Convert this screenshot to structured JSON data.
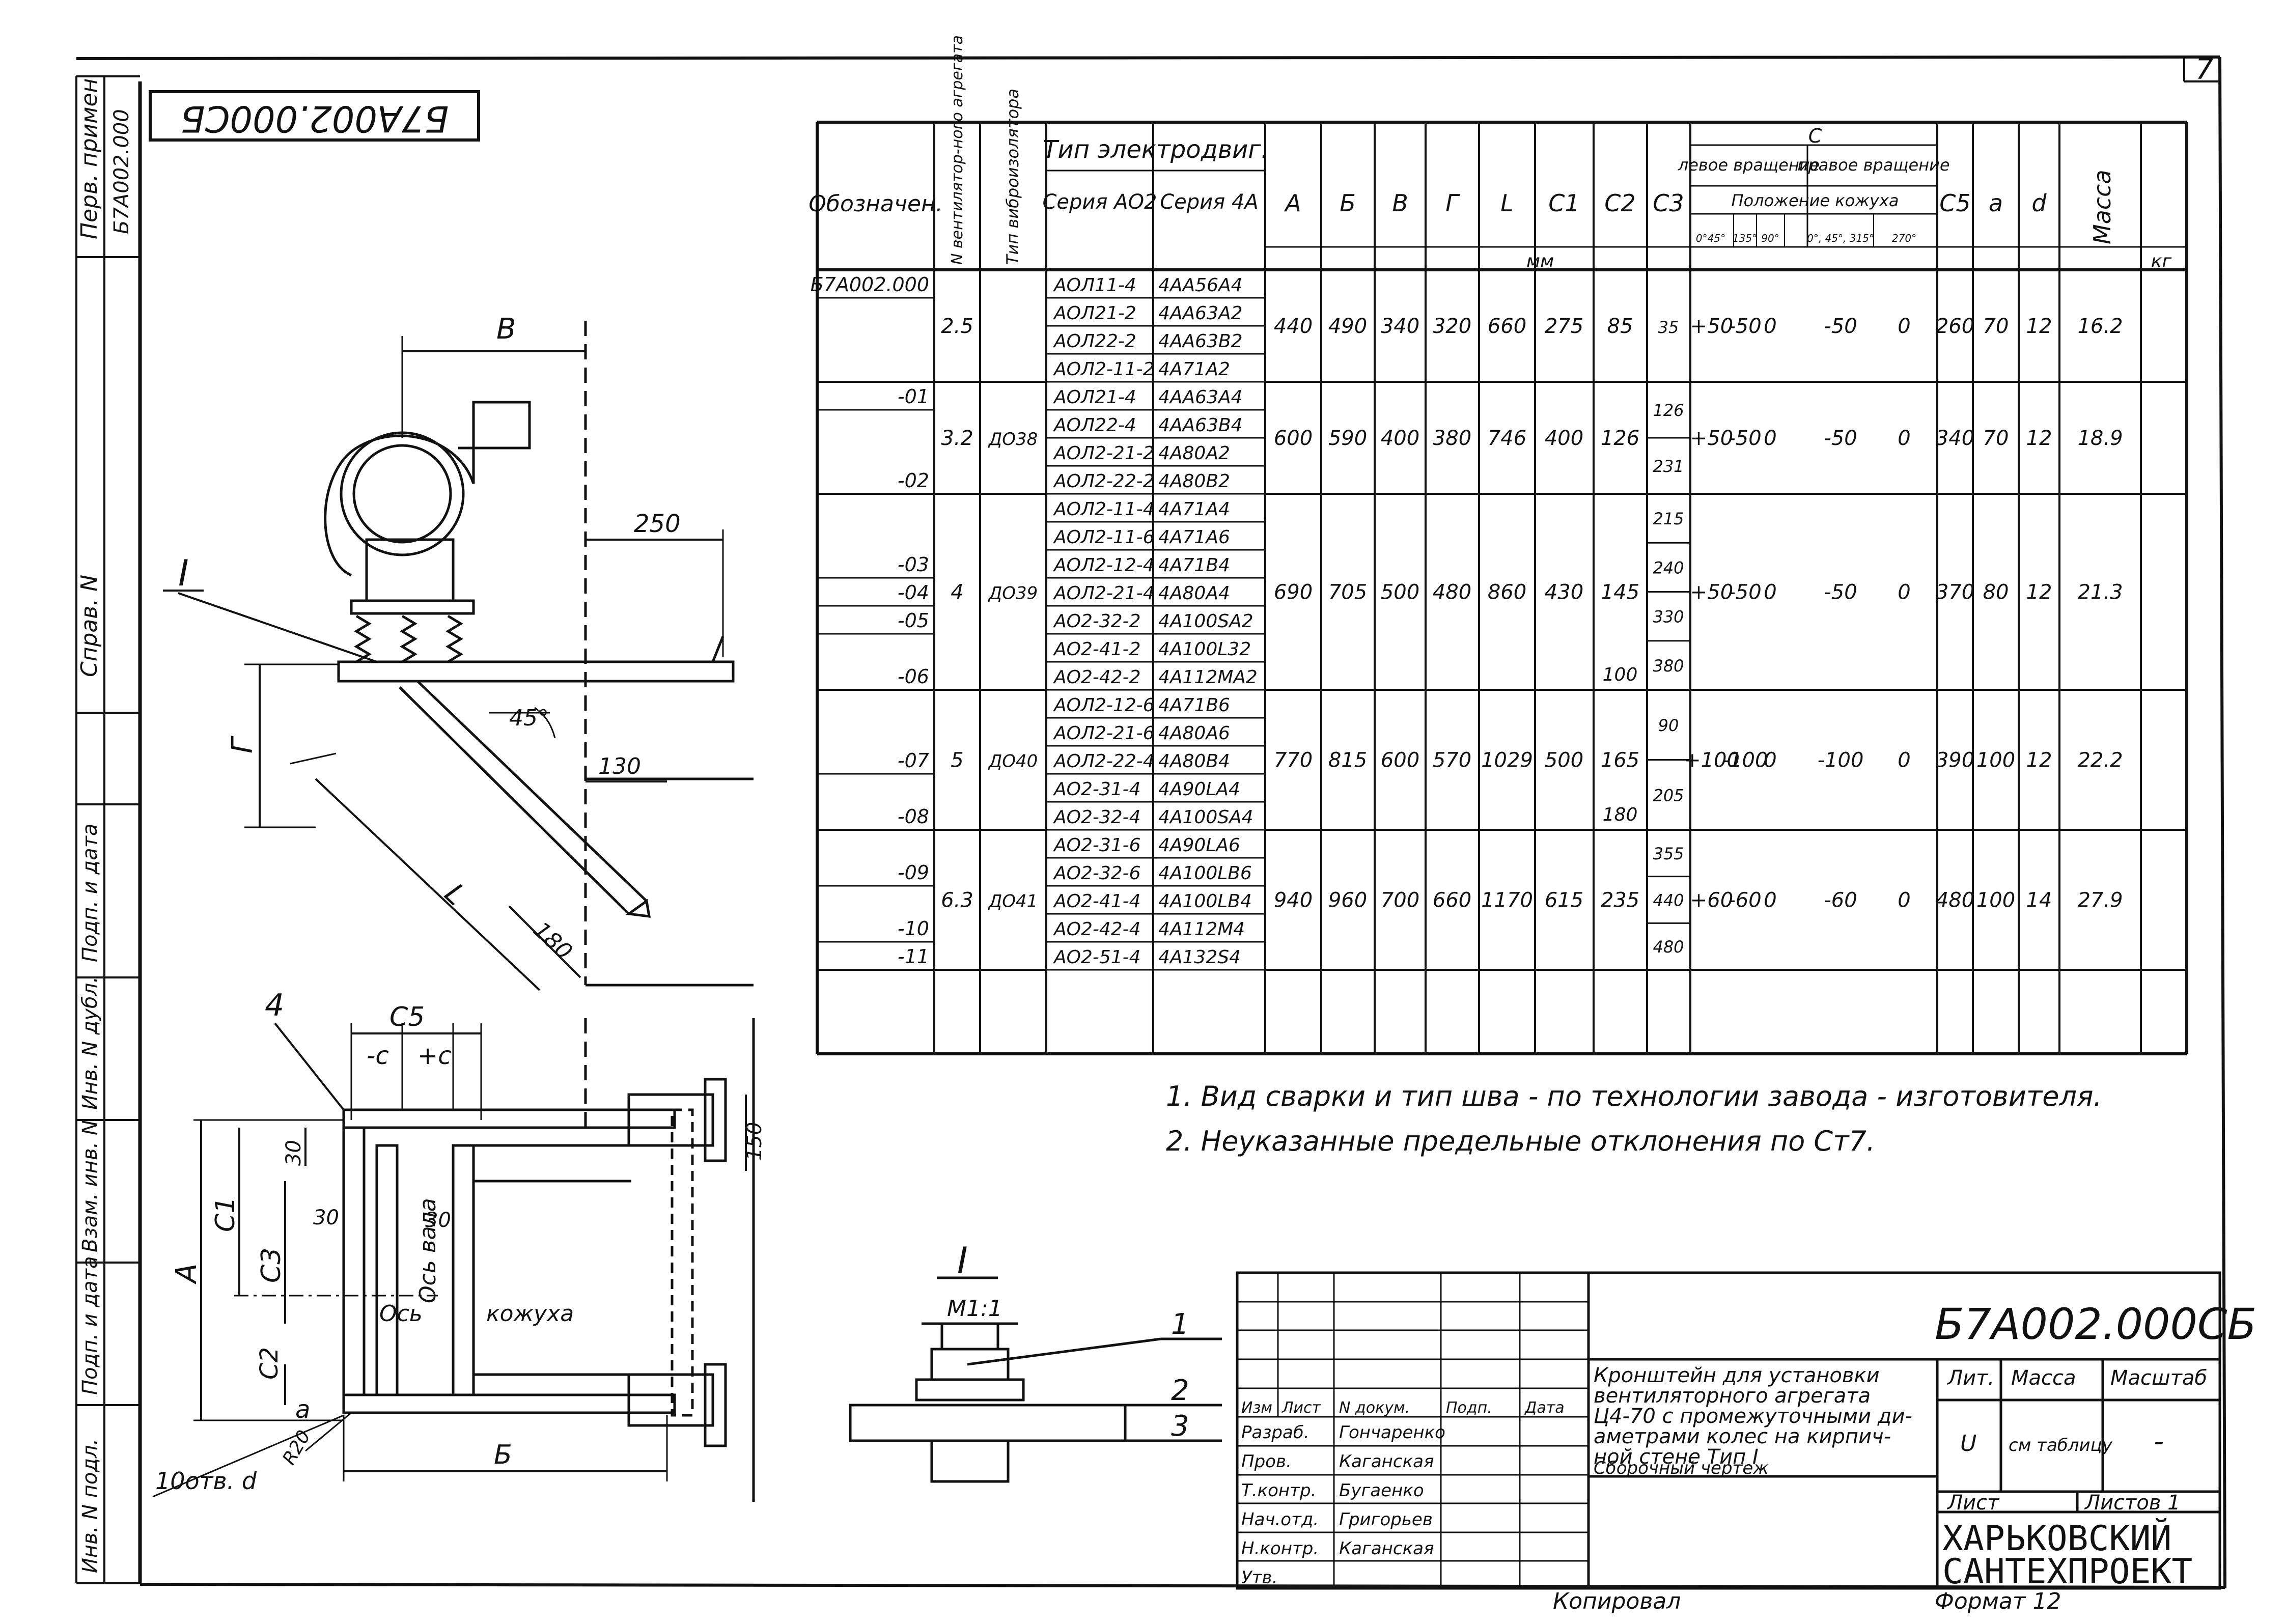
{
  "drawing": {
    "code": "Б7А002.000СБ",
    "code_rotated": "Б7А002.000СБ",
    "sheet_number": "7",
    "format": "Формат 12",
    "copied": "Копировал"
  },
  "side_stamps": {
    "first_use_label": "Перв. примен",
    "first_use_value": "Б7А002.000",
    "reference_label": "Справ. N",
    "storage_labels": [
      "Подп. и дата",
      "Инв. N дубл.",
      "Взам. инв. N",
      "Подп. и дата",
      "Инв. N подл."
    ]
  },
  "views": {
    "side": {
      "dims": {
        "B": "В",
        "d250": "250",
        "G": "Г",
        "angle": "45°",
        "d130": "130",
        "L": "L",
        "d180": "180",
        "node": "I"
      }
    },
    "plan": {
      "dims": {
        "C5": "С5",
        "minus_c": "-с",
        "plus_c": "+с",
        "d30a": "30",
        "d30b": "30",
        "d30c": "30",
        "d150": "150",
        "A": "А",
        "C1": "С1",
        "C3": "С3",
        "axis_fan": "Ось вала",
        "axis_casing": "Ось",
        "casing": "кожуха",
        "C2": "С2",
        "a": "а",
        "r20": "R20",
        "holes": "10отв. d",
        "B6": "Б",
        "label4": "4"
      }
    },
    "detail": {
      "title": "I",
      "scale": "М1:1",
      "callouts": [
        "1",
        "2",
        "3"
      ]
    }
  },
  "table": {
    "headers": {
      "designation": "Обозначен.",
      "fan_no": "N вентилятор-ного агрегата",
      "isolator": "Тип виброизолятора",
      "motor_type": "Тип электродвиг.",
      "series_ao2": "Серия АО2",
      "series_4a": "Серия 4А",
      "A": "А",
      "B": "Б",
      "V": "В",
      "G": "Г",
      "L": "L",
      "C1": "С1",
      "C2": "С2",
      "C3": "С3",
      "C": "С",
      "left_rot": "левое вращение",
      "right_rot": "правое вращение",
      "casing_pos": "Положение кожуха",
      "angles": [
        "0°45°",
        "135°",
        "90°",
        "0°, 45°, 315°",
        "270°"
      ],
      "C5": "С5",
      "a": "а",
      "d": "d",
      "mass": "Масса",
      "unit_mm": "мм",
      "unit_kg": "кг"
    },
    "groups": [
      {
        "rows": [
          {
            "designation": "Б7А002.000",
            "ao2": "АОЛ11-4",
            "s4a": "4АА56А4"
          },
          {
            "designation": "",
            "ao2": "АОЛ21-2",
            "s4a": "4АА63А2"
          },
          {
            "designation": "",
            "ao2": "АОЛ22-2",
            "s4a": "4АА63В2"
          },
          {
            "designation": "",
            "ao2": "АОЛ2-11-2",
            "s4a": "4А71А2"
          }
        ],
        "fan": "2.5",
        "iso": "",
        "A": "440",
        "B": "490",
        "V": "340",
        "G": "320",
        "L": "660",
        "C1": "275",
        "C2": "85",
        "C3": [
          "35"
        ],
        "cl1": "+50",
        "cl2": "-50",
        "cl3": "0",
        "cr1": "-50",
        "cr2": "0",
        "C5": "260",
        "a": "70",
        "d": "12",
        "mass": "16.2"
      },
      {
        "rows": [
          {
            "designation": "-01",
            "ao2": "АОЛ21-4",
            "s4a": "4АА63А4"
          },
          {
            "designation": "",
            "ao2": "АОЛ22-4",
            "s4a": "4АА63В4"
          },
          {
            "designation": "",
            "ao2": "АОЛ2-21-2",
            "s4a": "4А80А2"
          },
          {
            "designation": "-02",
            "ao2": "АОЛ2-22-2",
            "s4a": "4А80В2"
          }
        ],
        "fan": "3.2",
        "iso": "ДО38",
        "A": "600",
        "B": "590",
        "V": "400",
        "G": "380",
        "L": "746",
        "C1": "400",
        "C2": "126",
        "C3": [
          "126",
          "231"
        ],
        "cl1": "+50",
        "cl2": "-50",
        "cl3": "0",
        "cr1": "-50",
        "cr2": "0",
        "C5": "340",
        "a": "70",
        "d": "12",
        "mass": "18.9"
      },
      {
        "rows": [
          {
            "designation": "",
            "ao2": "АОЛ2-11-4",
            "s4a": "4А71А4"
          },
          {
            "designation": "",
            "ao2": "АОЛ2-11-6",
            "s4a": "4А71А6"
          },
          {
            "designation": "-03",
            "ao2": "АОЛ2-12-4",
            "s4a": "4А71В4"
          },
          {
            "designation": "-04",
            "ao2": "АОЛ2-21-4",
            "s4a": "4А80А4"
          },
          {
            "designation": "-05",
            "ao2": "АО2-32-2",
            "s4a": "4А100SА2"
          },
          {
            "designation": "",
            "ao2": "АО2-41-2",
            "s4a": "4А100L32"
          },
          {
            "designation": "-06",
            "ao2": "АО2-42-2",
            "s4a": "4А112МА2"
          }
        ],
        "fan": "4",
        "iso": "ДО39",
        "A": "690",
        "B": "705",
        "V": "500",
        "G": "480",
        "L": "860",
        "C1": "430",
        "C2": "145",
        "C2b": "100",
        "C3": [
          "215",
          "240",
          "330",
          "380"
        ],
        "cl1": "+50",
        "cl2": "-50",
        "cl3": "0",
        "cr1": "-50",
        "cr2": "0",
        "C5": "370",
        "a": "80",
        "d": "12",
        "mass": "21.3"
      },
      {
        "rows": [
          {
            "designation": "",
            "ao2": "АОЛ2-12-6",
            "s4a": "4А71В6"
          },
          {
            "designation": "",
            "ao2": "АОЛ2-21-6",
            "s4a": "4А80А6"
          },
          {
            "designation": "-07",
            "ao2": "АОЛ2-22-4",
            "s4a": "4А80В4"
          },
          {
            "designation": "",
            "ao2": "АО2-31-4",
            "s4a": "4А90LА4"
          },
          {
            "designation": "-08",
            "ao2": "АО2-32-4",
            "s4a": "4А100SА4"
          }
        ],
        "fan": "5",
        "iso": "ДО40",
        "A": "770",
        "B": "815",
        "V": "600",
        "G": "570",
        "L": "1029",
        "C1": "500",
        "C2": "165",
        "C2b": "180",
        "C3": [
          "90",
          "205"
        ],
        "cl1": "+100",
        "cl2": "-100",
        "cl3": "0",
        "cr1": "-100",
        "cr2": "0",
        "C5": "390",
        "a": "100",
        "d": "12",
        "mass": "22.2"
      },
      {
        "rows": [
          {
            "designation": "",
            "ao2": "АО2-31-6",
            "s4a": "4А90LА6"
          },
          {
            "designation": "-09",
            "ao2": "АО2-32-6",
            "s4a": "4А100LВ6"
          },
          {
            "designation": "",
            "ao2": "АО2-41-4",
            "s4a": "4А100LВ4"
          },
          {
            "designation": "-10",
            "ao2": "АО2-42-4",
            "s4a": "4А112М4"
          },
          {
            "designation": "-11",
            "ao2": "АО2-51-4",
            "s4a": "4А132S4"
          }
        ],
        "fan": "6.3",
        "iso": "ДО41",
        "A": "940",
        "B": "960",
        "V": "700",
        "G": "660",
        "L": "1170",
        "C1": "615",
        "C2": "235",
        "C3": [
          "355",
          "440",
          "480"
        ],
        "cl1": "+60",
        "cl2": "-60",
        "cl3": "0",
        "cr1": "-60",
        "cr2": "0",
        "C5": "480",
        "a": "100",
        "d": "14",
        "mass": "27.9"
      }
    ]
  },
  "notes": [
    "1. Вид сварки и тип шва - по технологии завода - изготовителя.",
    "2. Неуказанные предельные отклонения по Ст7."
  ],
  "title_block": {
    "code": "Б7А002.000СБ",
    "name_lines": [
      "Кронштейн для установки",
      "вентиляторного агрегата",
      "Ц4-70 с промежуточными ди-",
      "аметрами колес на кирпич-",
      "ной стене   Тип I",
      "Сборочный чертеж"
    ],
    "col_headers": [
      "Изм",
      "Лист",
      "N докум.",
      "Подп.",
      "Дата"
    ],
    "roles": [
      {
        "role": "Разраб.",
        "name": "Гончаренко"
      },
      {
        "role": "Пров.",
        "name": "Каганская"
      },
      {
        "role": "Т.контр.",
        "name": "Бугаенко"
      },
      {
        "role": "Нач.отд.",
        "name": "Григорьев"
      },
      {
        "role": "Н.контр.",
        "name": "Каганская"
      },
      {
        "role": "Утв.",
        "name": ""
      }
    ],
    "lit_label": "Лит.",
    "mass_label": "Масса",
    "scale_label": "Масштаб",
    "lit_value": "U",
    "mass_value": "см таблицу",
    "scale_value": "-",
    "sheet_label": "Лист",
    "sheets_label": "Листов 1",
    "org_line1": "ХАРЬКОВСКИЙ",
    "org_line2": "САНТЕХПРОЕКТ"
  }
}
